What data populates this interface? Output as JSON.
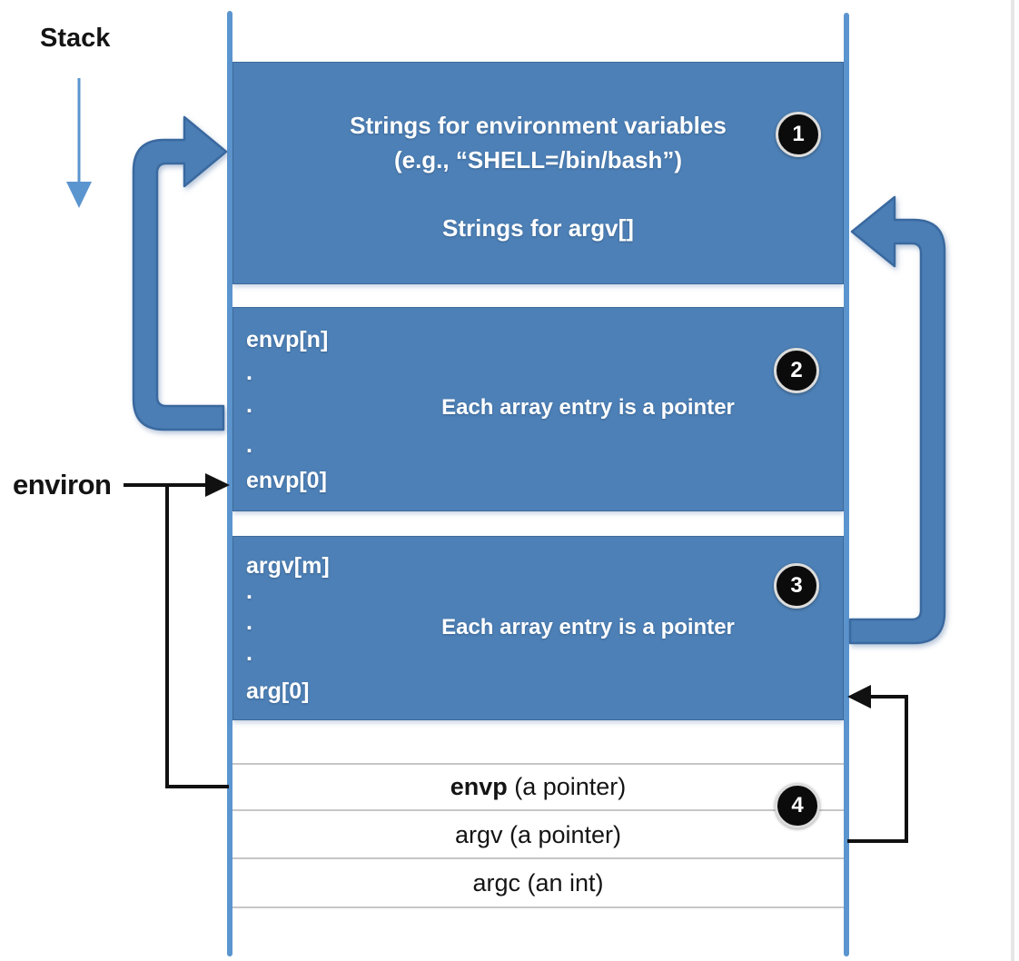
{
  "labels": {
    "stack": "Stack",
    "environ": "environ"
  },
  "regions": {
    "strings": {
      "badge": "1",
      "line1": "Strings for environment variables",
      "line2": "(e.g., “SHELL=/bin/bash”)",
      "line3": "Strings for argv[]"
    },
    "envp_array": {
      "badge": "2",
      "labels": [
        "envp[n]",
        ".",
        ".",
        ".",
        "envp[0]"
      ],
      "note": "Each array entry is a pointer"
    },
    "argv_array": {
      "badge": "3",
      "labels": [
        "argv[m]",
        ".",
        ".",
        ".",
        "arg[0]"
      ],
      "note": "Each array entry is a pointer"
    },
    "main_frame": {
      "badge": "4",
      "rows": [
        {
          "em": "envp",
          "rest": " (a pointer)"
        },
        {
          "em": "",
          "rest": "argv (a pointer)"
        },
        {
          "em": "",
          "rest": "argc (an int)"
        }
      ]
    }
  },
  "colors": {
    "box_blue": "#4d80b6",
    "rail_blue": "#5b95cf",
    "arrow_blue": "#4a7eb5",
    "arrow_outline": "#3a699f",
    "badge_black": "#0b0b0b",
    "divider_gray": "#c6c6c6",
    "box_text_white": "#ffffff",
    "line_black": "#111111"
  }
}
